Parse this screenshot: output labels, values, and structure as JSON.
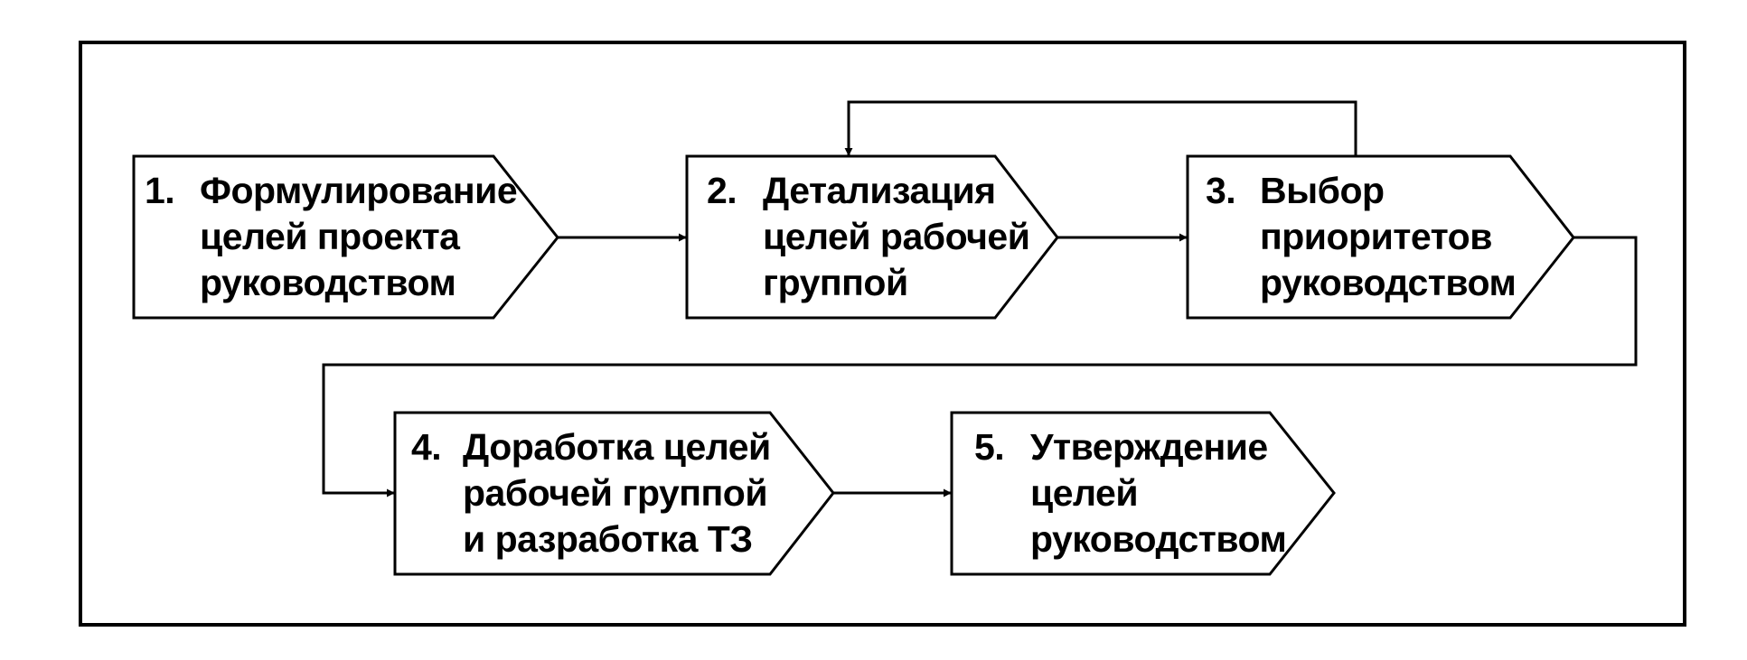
{
  "diagram": {
    "steps": [
      {
        "id": "step-1",
        "number": "1.",
        "lines": [
          "Формулирование",
          "целей проекта",
          "руководством"
        ]
      },
      {
        "id": "step-2",
        "number": "2.",
        "lines": [
          "Детализация",
          "целей рабочей",
          "группой"
        ]
      },
      {
        "id": "step-3",
        "number": "3.",
        "lines": [
          "Выбор",
          "приоритетов",
          "руководством"
        ]
      },
      {
        "id": "step-4",
        "number": "4.",
        "lines": [
          "Доработка целей",
          "рабочей группой",
          "и разработка ТЗ"
        ]
      },
      {
        "id": "step-5",
        "number": "5.",
        "lines": [
          "Утверждение",
          "целей",
          "руководством"
        ]
      }
    ]
  }
}
